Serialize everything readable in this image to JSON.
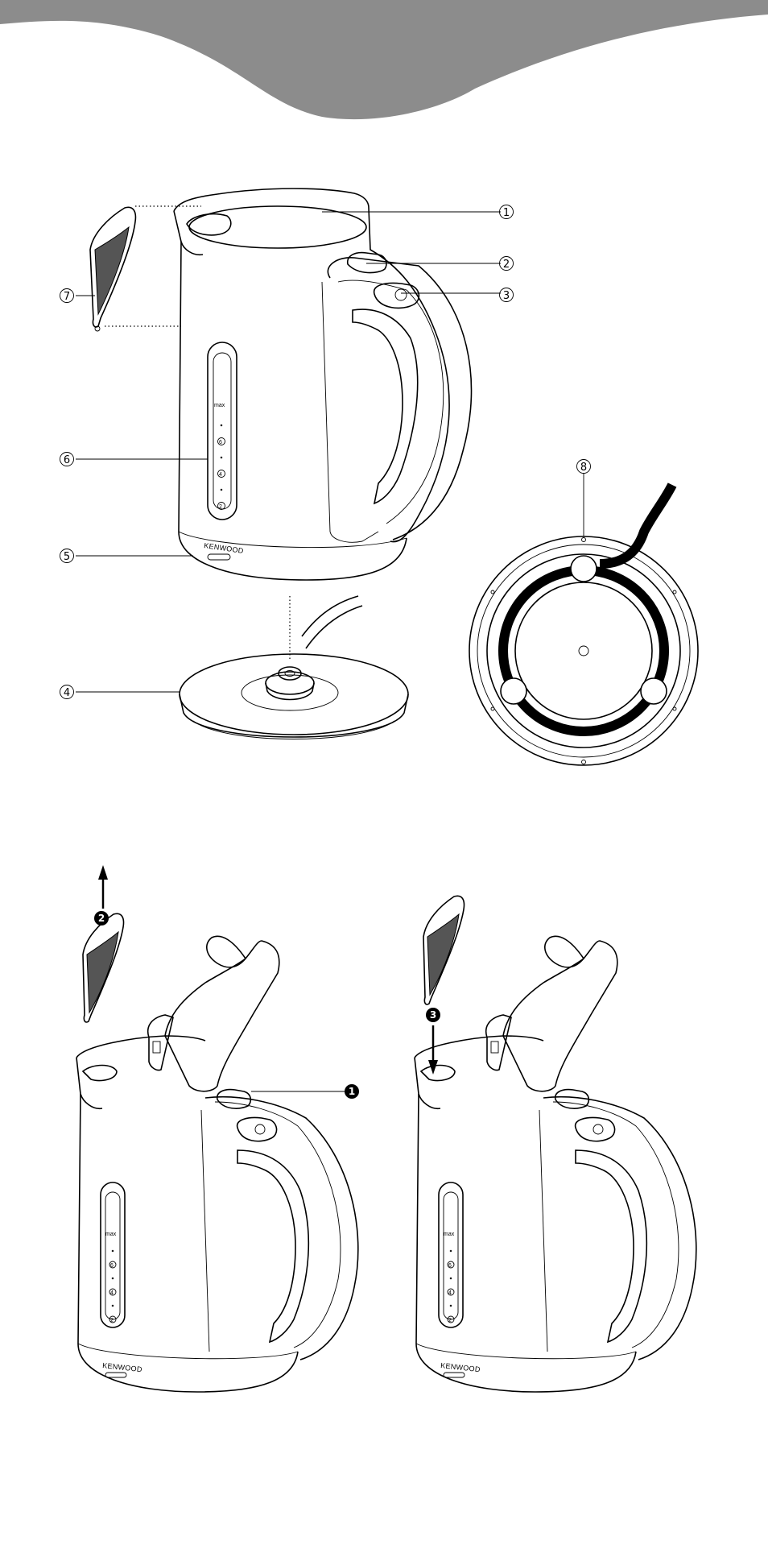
{
  "header": {
    "band_color": "#8c8c8c"
  },
  "brand": "KENWOOD",
  "gauge": {
    "max_label": "max",
    "marks": [
      "6",
      "4",
      "2"
    ]
  },
  "callouts": [
    {
      "num": "1"
    },
    {
      "num": "2"
    },
    {
      "num": "3"
    },
    {
      "num": "4"
    },
    {
      "num": "5"
    },
    {
      "num": "6"
    },
    {
      "num": "7"
    },
    {
      "num": "8"
    }
  ],
  "steps": [
    {
      "num": "1"
    },
    {
      "num": "2"
    },
    {
      "num": "3"
    }
  ]
}
